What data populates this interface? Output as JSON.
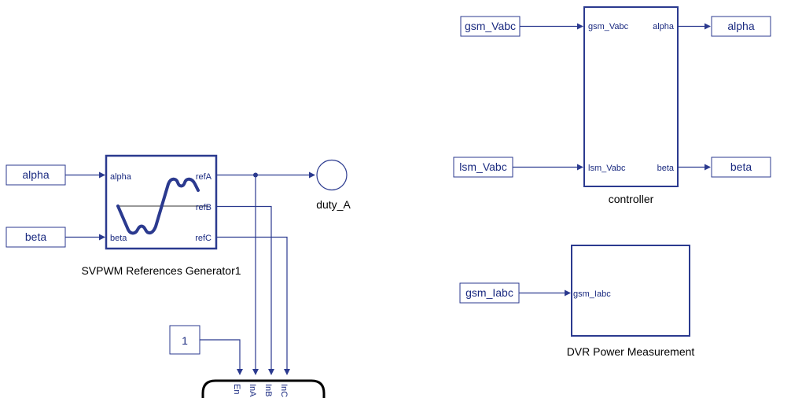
{
  "inputs": {
    "alpha_tag": "alpha",
    "beta_tag": "beta",
    "gsm_vabc_tag": "gsm_Vabc",
    "lsm_vabc_tag": "lsm_Vabc",
    "gsm_iabc_tag": "gsm_Iabc",
    "const_value": "1"
  },
  "outputs": {
    "alpha_tag": "alpha",
    "beta_tag": "beta",
    "duty_label": "duty_A"
  },
  "svpwm": {
    "caption": "SVPWM References Generator1",
    "in_alpha": "alpha",
    "in_beta": "beta",
    "out_a": "refA",
    "out_b": "refB",
    "out_c": "refC"
  },
  "controller": {
    "caption": "controller",
    "in_gsm": "gsm_Vabc",
    "in_lsm": "lsm_Vabc",
    "out_alpha": "alpha",
    "out_beta": "beta"
  },
  "dvr": {
    "caption": "DVR Power Measurement",
    "in_gsm_iabc": "gsm_Iabc"
  },
  "pwm": {
    "in_en": "En",
    "in_a": "InA",
    "in_b": "InB",
    "in_c": "InC"
  }
}
